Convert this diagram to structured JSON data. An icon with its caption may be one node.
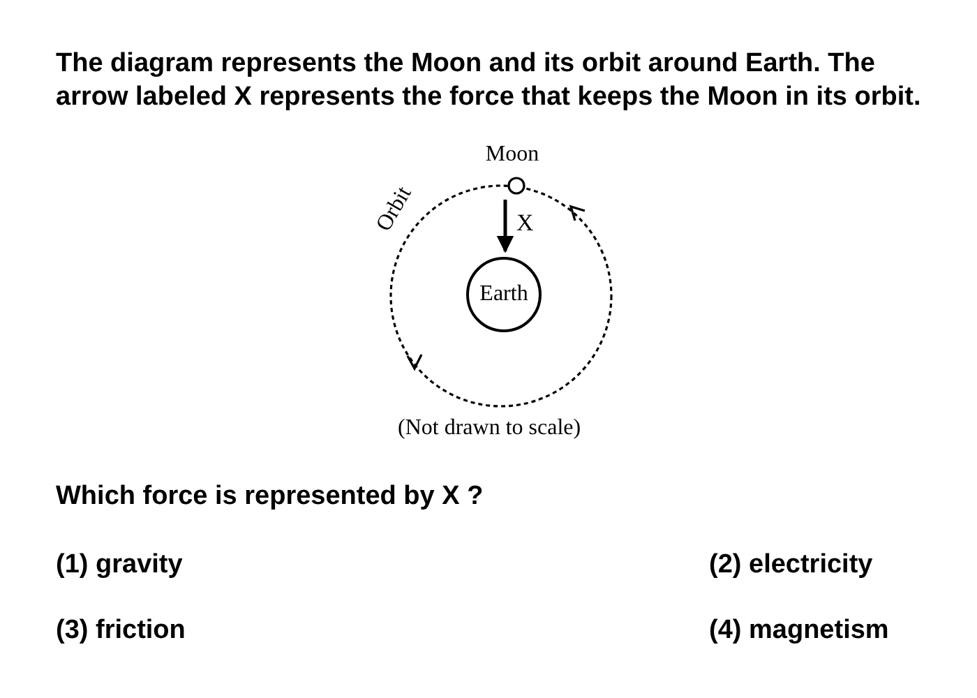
{
  "diagram": {
    "nodes": [
      {
        "text": [
          "Orbit"
        ]
      },
      {
        "text": [
          "Moon"
        ]
      },
      {
        "text": [
          "Earth"
        ],
        "in": 0
      }
    ],
    "labels": [
      "The diagram represents the Moon and its orbit around Earth. The arrow labeled X represents the force that keeps the Moon in its orbit.",
      "X",
      "(Not drawn to scale)",
      "Which force is represented by X ?",
      "(1) gravity",
      "(2) electricity",
      "(3) friction",
      "(4) magnetism"
    ]
  }
}
